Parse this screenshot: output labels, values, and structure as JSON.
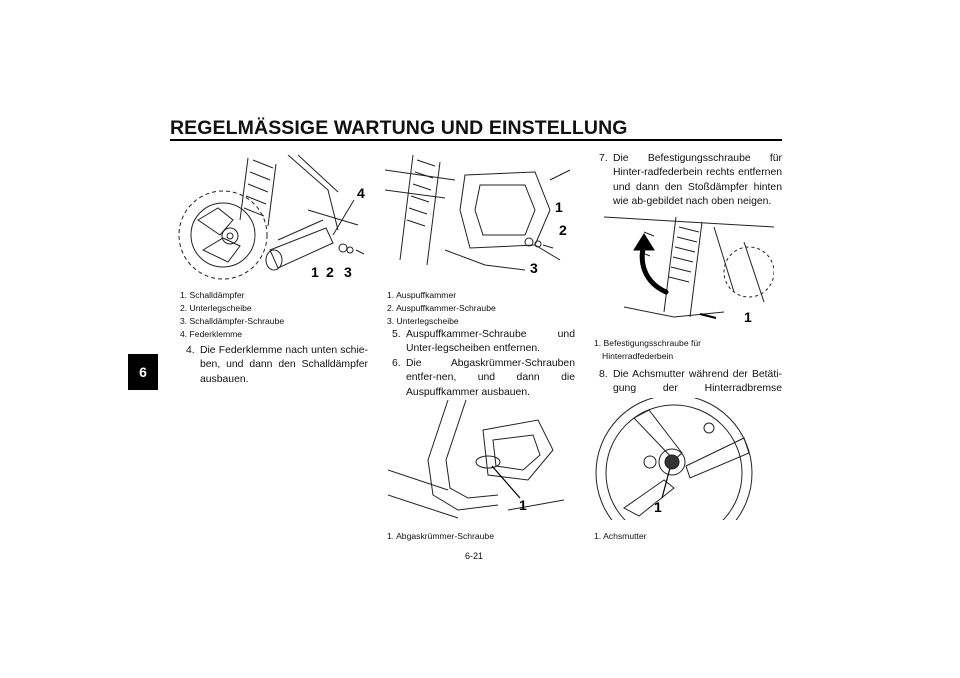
{
  "header": {
    "title": "REGELMÄSSIGE WARTUNG UND EINSTELLUNG"
  },
  "chapter_tab": "6",
  "page_number": "6-21",
  "figures": {
    "fig1": {
      "callouts": [
        "1",
        "2",
        "3",
        "4"
      ]
    },
    "fig2": {
      "callouts": [
        "1",
        "2",
        "3"
      ]
    },
    "fig3": {
      "callouts": [
        "1"
      ]
    },
    "fig4": {
      "callouts": [
        "1"
      ]
    },
    "fig5": {
      "callouts": [
        "1"
      ]
    }
  },
  "legends": {
    "fig1": [
      "1. Schalldämpfer",
      "2. Unterlegscheibe",
      "3. Schalldämpfer-Schraube",
      "4. Federklemme"
    ],
    "fig2": [
      "1. Auspuffkammer",
      "2. Auspuffkammer-Schraube",
      "3. Unterlegscheibe"
    ],
    "fig3": [
      "1. Abgaskrümmer-Schraube"
    ],
    "fig4": [
      "1. Befestigungsschraube für",
      "Hinterradfederbein"
    ],
    "fig5": [
      "1. Achsmutter"
    ]
  },
  "steps": [
    {
      "num": "4.",
      "text": "Die Federklemme nach unten schie-ben, und dann den Schalldämpfer ausbauen."
    },
    {
      "num": "5.",
      "text": "Auspuffkammer-Schraube und Unter-legscheiben entfernen."
    },
    {
      "num": "6.",
      "text": "Die Abgaskrümmer-Schrauben entfer-nen, und dann die Auspuffkammer ausbauen."
    },
    {
      "num": "7.",
      "text": "Die Befestigungsschraube für Hinter-radfederbein rechts entfernen und dann den Stoßdämpfer hinten wie ab-gebildet nach oben neigen."
    },
    {
      "num": "8.",
      "text": "Die Achsmutter während der Betäti-gung der Hinterradbremse entfernen."
    }
  ]
}
